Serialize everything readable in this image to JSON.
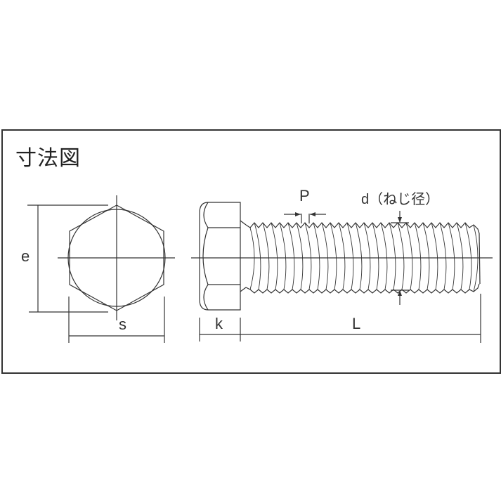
{
  "title": "寸法図",
  "labels": {
    "e": "e",
    "s": "s",
    "k": "k",
    "L": "L",
    "P": "P",
    "d": "d（ねじ径）"
  },
  "colors": {
    "line": "#333333",
    "frame": "#333333",
    "background": "#ffffff"
  }
}
